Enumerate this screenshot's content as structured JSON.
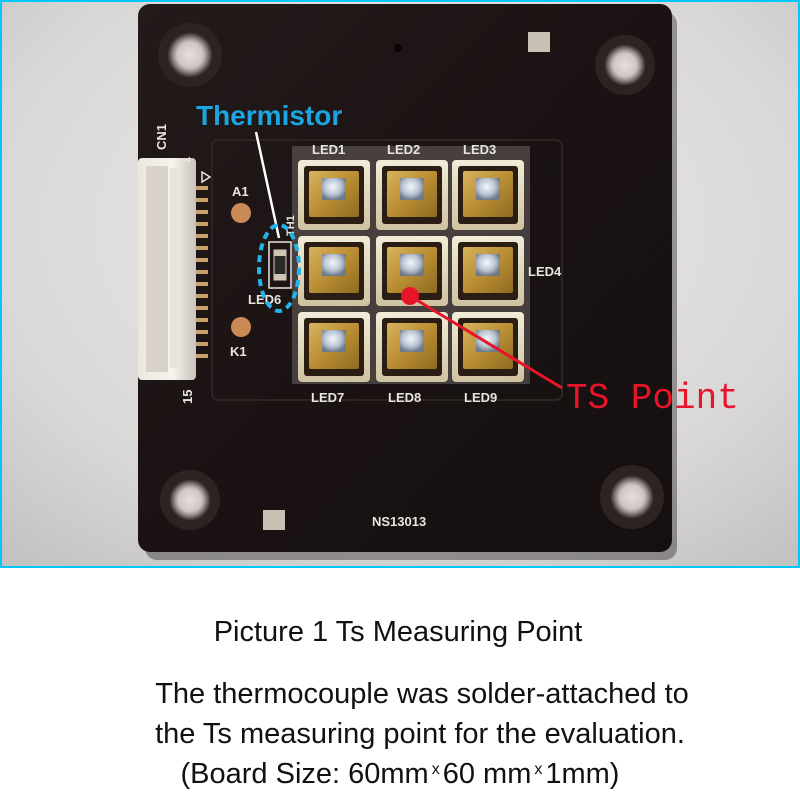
{
  "photo": {
    "labels": {
      "connector": "CN1",
      "pin_top": "1",
      "pin_bottom": "15",
      "pad_a": "A1",
      "pad_k": "K1",
      "th_ref": "TH1",
      "led6": "LED6",
      "led_top": [
        "LED1",
        "LED2",
        "LED3"
      ],
      "led4": "LED4",
      "led_bottom": [
        "LED7",
        "LED8",
        "LED9"
      ],
      "board_id": "NS13013"
    },
    "annotations": {
      "thermistor": "Thermistor",
      "ts_point": "TS Point"
    },
    "colors": {
      "board": "#1c1414",
      "cyan_annotation": "#1aa6e0",
      "red_annotation": "#e8142a",
      "frame": "#00c8ff"
    }
  },
  "caption": {
    "title": "Picture 1 Ts Measuring Point",
    "line1": "The thermocouple was solder-attached to",
    "line2": "the Ts measuring point for the evaluation.",
    "line3_a": "(Board Size: 60mm",
    "line3_x1": "x",
    "line3_b": "60 mm",
    "line3_x2": "x",
    "line3_c": "1mm)"
  }
}
